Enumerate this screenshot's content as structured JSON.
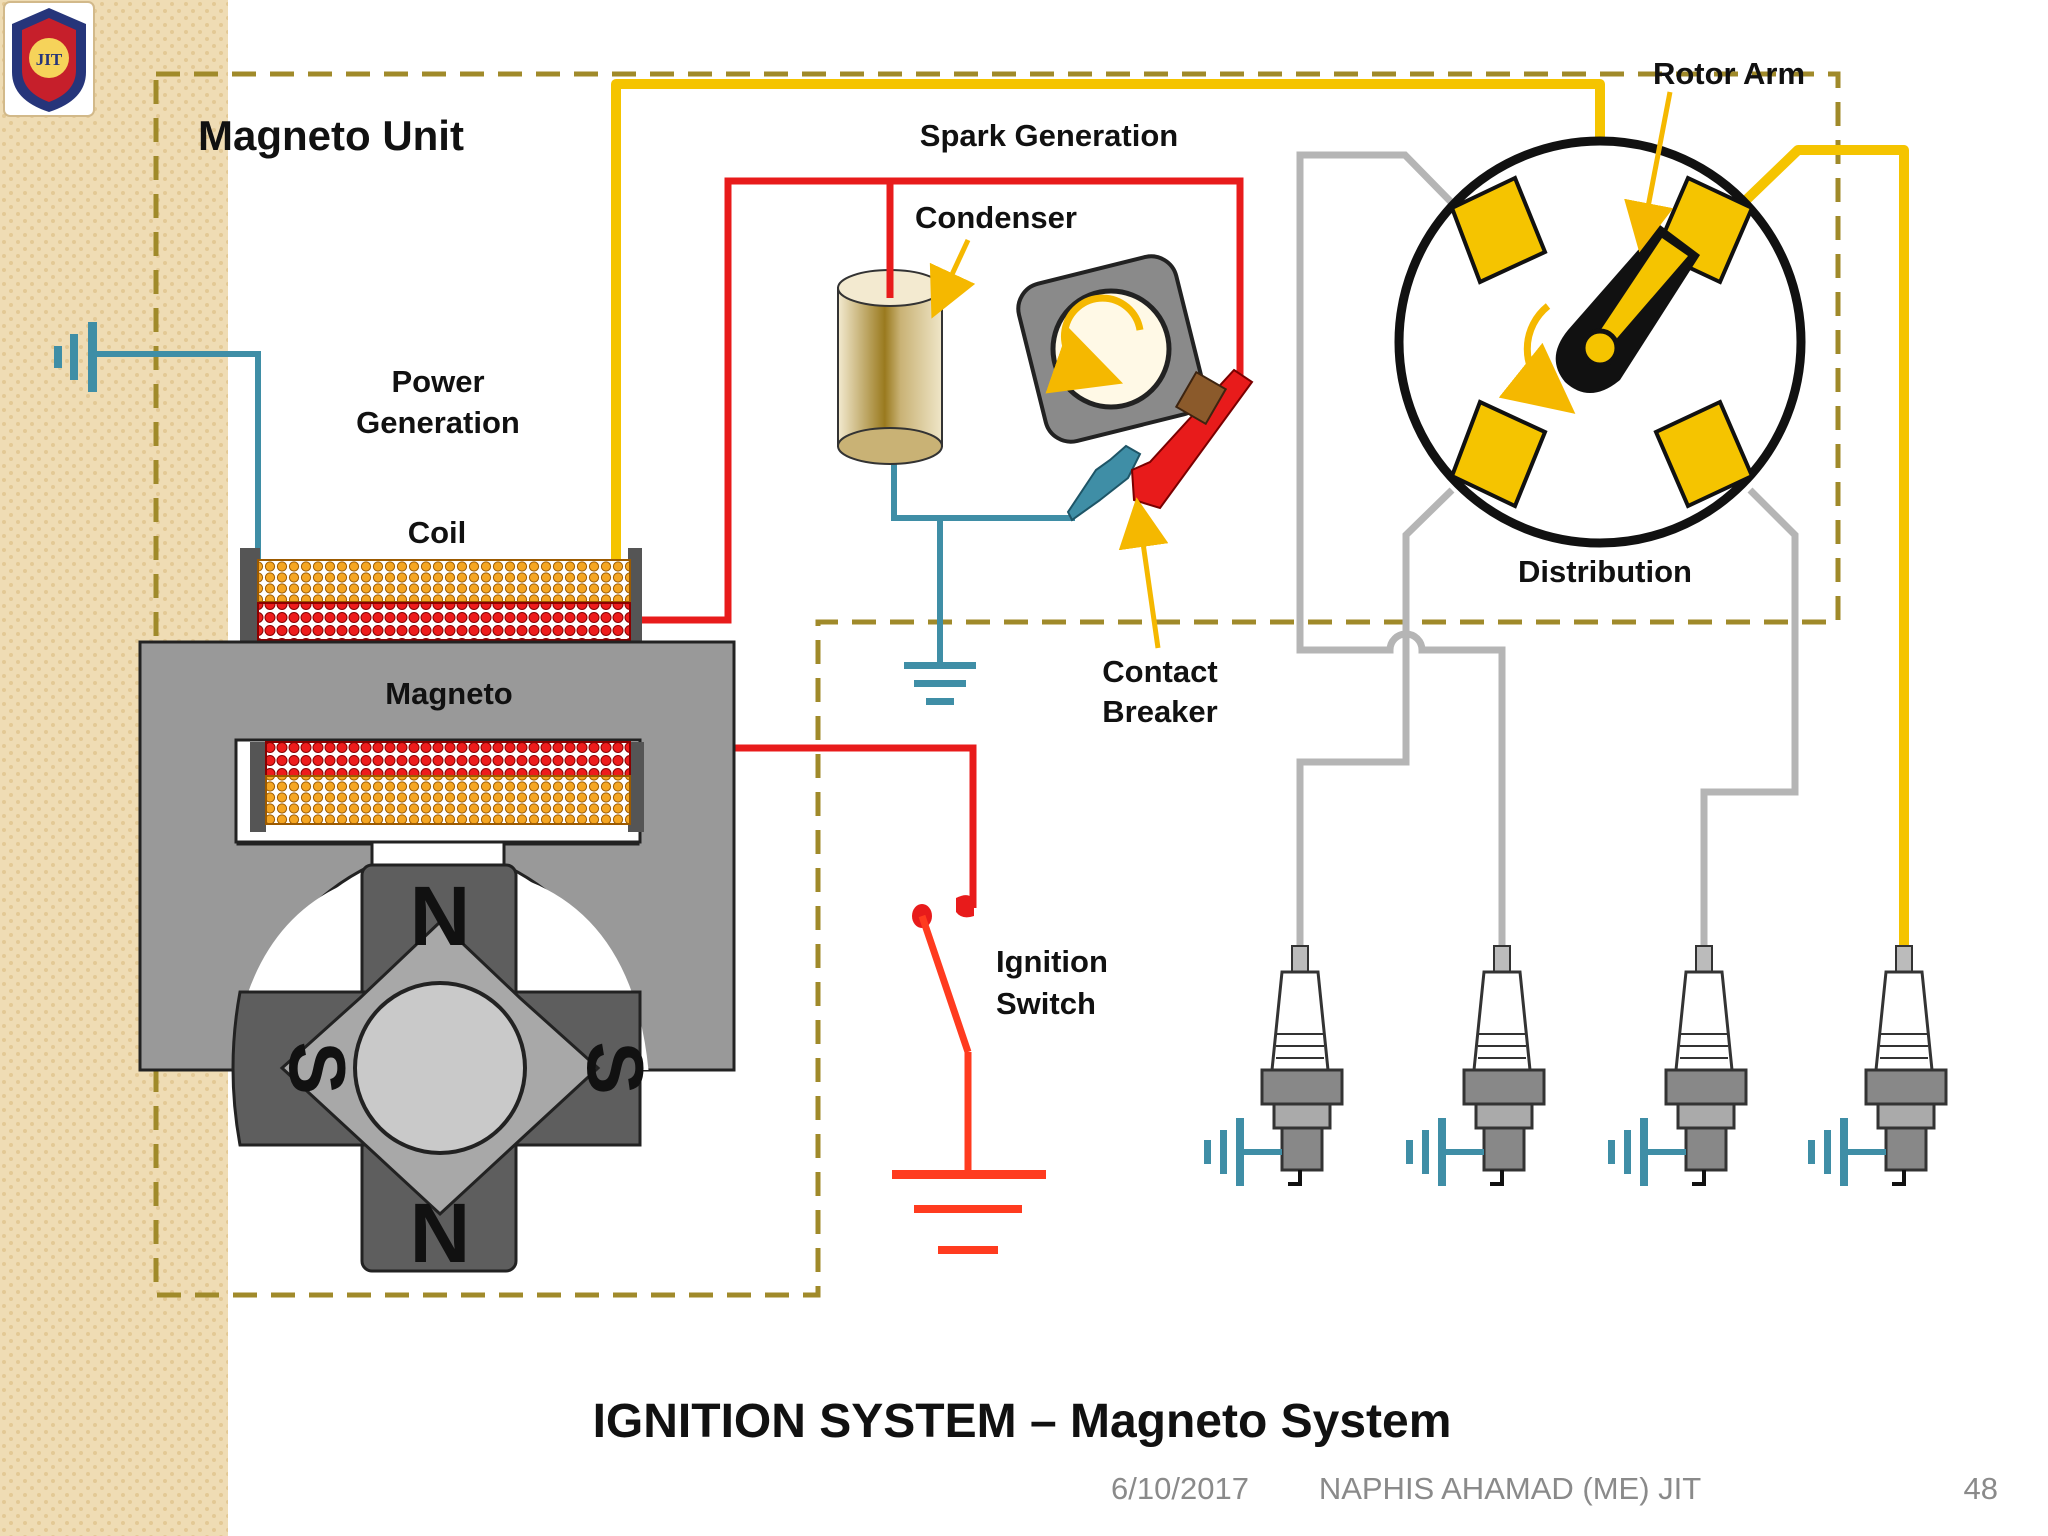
{
  "slide": {
    "title": "IGNITION SYSTEM – Magneto System",
    "footer_date": "6/10/2017",
    "footer_author": "NAPHIS AHAMAD (ME) JIT",
    "page_number": "48"
  },
  "labels": {
    "magneto_unit": "Magneto Unit",
    "power_generation_line1": "Power",
    "power_generation_line2": "Generation",
    "coil": "Coil",
    "magneto": "Magneto",
    "spark_generation": "Spark Generation",
    "condenser": "Condenser",
    "contact_breaker_line1": "Contact",
    "contact_breaker_line2": "Breaker",
    "rotor_arm": "Rotor Arm",
    "distribution": "Distribution",
    "ignition_switch_line1": "Ignition",
    "ignition_switch_line2": "Switch"
  },
  "magnet_poles": {
    "top": "N",
    "bottom": "N",
    "left": "S",
    "right": "S"
  },
  "logo": {
    "text": "JIT"
  },
  "colors": {
    "primary_wire": "#e81b1b",
    "ground_wire": "#3f8ea6",
    "high_tension_wire": "#f5c400",
    "plug_lead": "#b5b5b5",
    "unit_border": "#a08a2a",
    "ignition_ground": "#ff3b1f",
    "sidebar": "#efdcb4"
  }
}
